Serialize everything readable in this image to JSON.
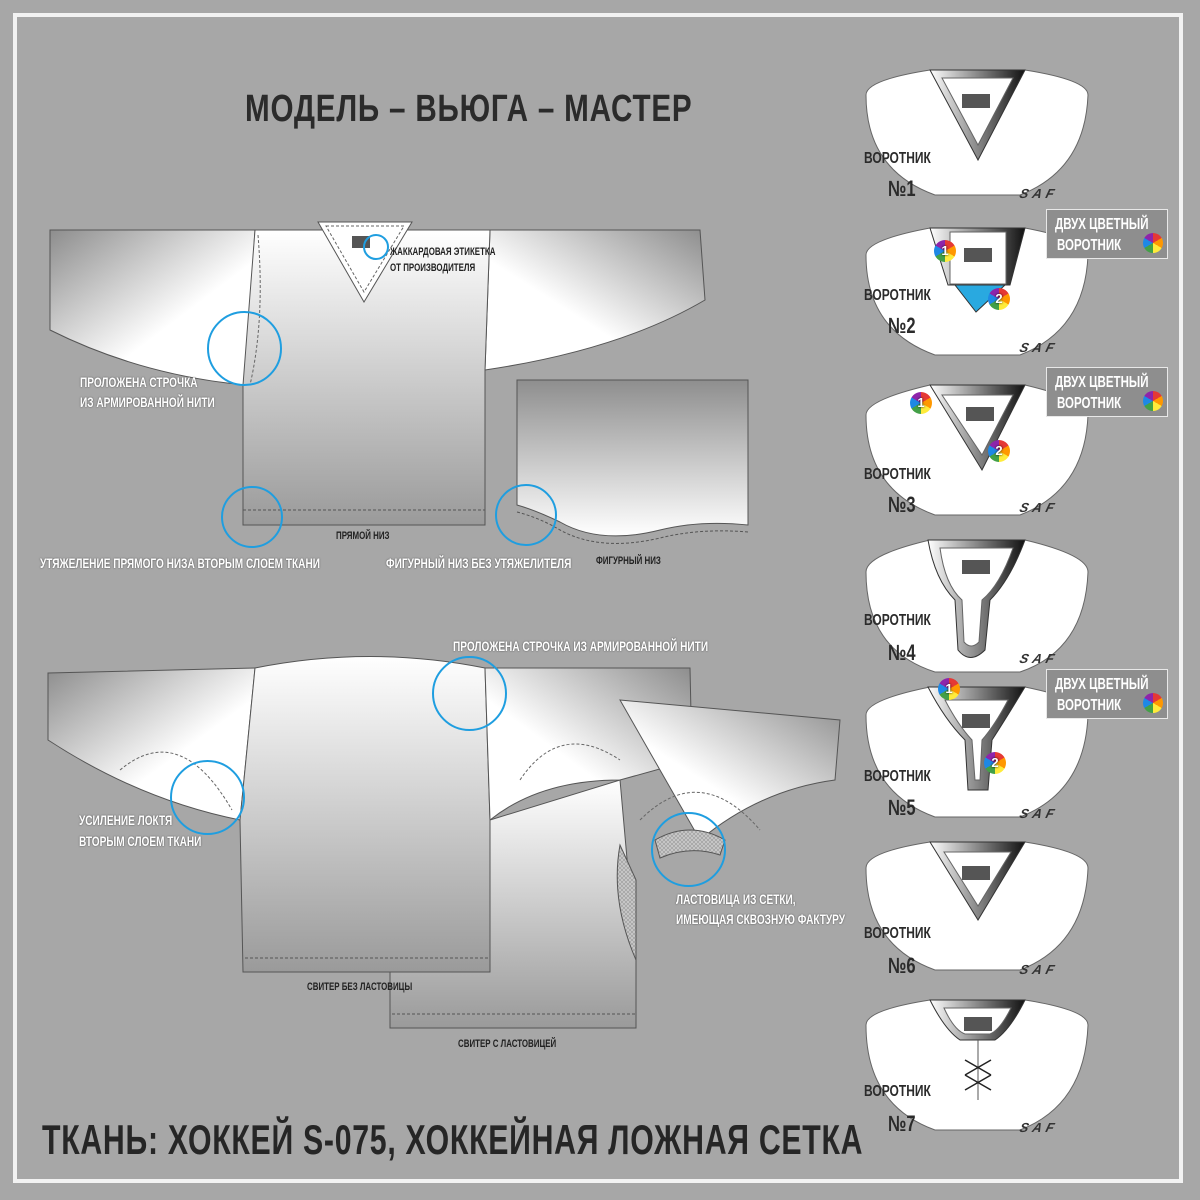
{
  "title": "МОДЕЛЬ – ВЬЮГА – МАСТЕР",
  "fabric": "ТКАНЬ: ХОККЕЙ S-075, ХОККЕЙНАЯ ЛОЖНАЯ СЕТКА",
  "notes": {
    "jacquard_line1": "ЖАККАРДОВАЯ ЭТИКЕТКА",
    "jacquard_line2": "ОТ ПРОИЗВОДИТЕЛЯ",
    "reinforced_line1": "ПРОЛОЖЕНА СТРОЧКА",
    "reinforced_line2": "ИЗ АРМИРОВАННОЙ НИТИ",
    "straight_hem": "ПРЯМОЙ НИЗ",
    "straight_hem_weight": "УТЯЖЕЛЕНИЕ ПРЯМОГО НИЗА ВТОРЫМ СЛОЕМ ТКАНИ",
    "shaped_hem_no_weight": "ФИГУРНЫЙ НИЗ БЕЗ УТЯЖЕЛИТЕЛЯ",
    "shaped_hem": "ФИГУРНЫЙ НИЗ",
    "reinforced_full": "ПРОЛОЖЕНА СТРОЧКА ИЗ АРМИРОВАННОЙ НИТИ",
    "elbow_line1": "УСИЛЕНИЕ ЛОКТЯ",
    "elbow_line2": "ВТОРЫМ СЛОЕМ ТКАНИ",
    "gusset_line1": "ЛАСТОВИЦА ИЗ СЕТКИ,",
    "gusset_line2": "ИМЕЮЩАЯ СКВОЗНУЮ ФАКТУРУ",
    "sweater_no_gusset": "СВИТЕР БЕЗ ЛАСТОВИЦЫ",
    "sweater_with_gusset": "СВИТЕР С ЛАСТОВИЦЕЙ"
  },
  "collars": [
    {
      "label": "ВОРОТНИК",
      "num": "№1",
      "brand": "SAF"
    },
    {
      "label": "ВОРОТНИК",
      "num": "№2",
      "brand": "SAF"
    },
    {
      "label": "ВОРОТНИК",
      "num": "№3",
      "brand": "SAF"
    },
    {
      "label": "ВОРОТНИК",
      "num": "№4",
      "brand": "SAF"
    },
    {
      "label": "ВОРОТНИК",
      "num": "№5",
      "brand": "SAF"
    },
    {
      "label": "ВОРОТНИК",
      "num": "№6",
      "brand": "SAF"
    },
    {
      "label": "ВОРОТНИК",
      "num": "№7",
      "brand": "SAF"
    }
  ],
  "two_tone": {
    "line1": "ДВУХ ЦВЕТНЫЙ",
    "line2": "ВОРОТНИК"
  },
  "badges": {
    "one": "1",
    "two": "2"
  },
  "colors": {
    "background": "#a7a7a7",
    "callout": "#1f9ee0",
    "accent_blue": "#29a9e0"
  }
}
